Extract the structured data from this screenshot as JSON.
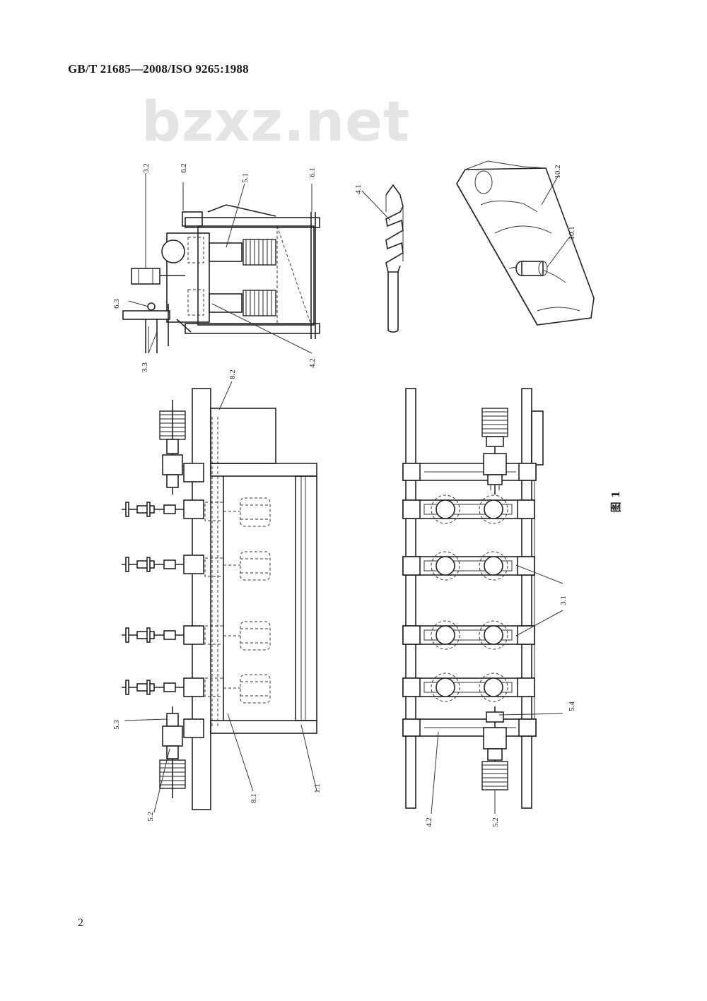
{
  "header": {
    "standard": "GB/T 21685—2008/ISO 9265:1988"
  },
  "watermark": {
    "text": "bzxz.net"
  },
  "figure": {
    "caption": "图 1",
    "labels": {
      "l_3_2": "3.2",
      "l_6_2": "6.2",
      "l_5_1": "5.1",
      "l_6_1": "6.1",
      "l_6_3": "6.3",
      "l_3_3": "3.3",
      "l_4_2_top": "4.2",
      "l_4_1": "4.1",
      "l_10_2": "10.2",
      "l_10_1": "10.1",
      "l_8_2": "8.2",
      "l_5_3": "5.3",
      "l_5_2_left": "5.2",
      "l_8_1": "8.1",
      "l_1_1": "1.1",
      "l_3_1": "3.1",
      "l_5_4": "5.4",
      "l_4_2_bottom": "4.2",
      "l_5_2_right": "5.2"
    }
  },
  "footer": {
    "page_number": "2"
  }
}
